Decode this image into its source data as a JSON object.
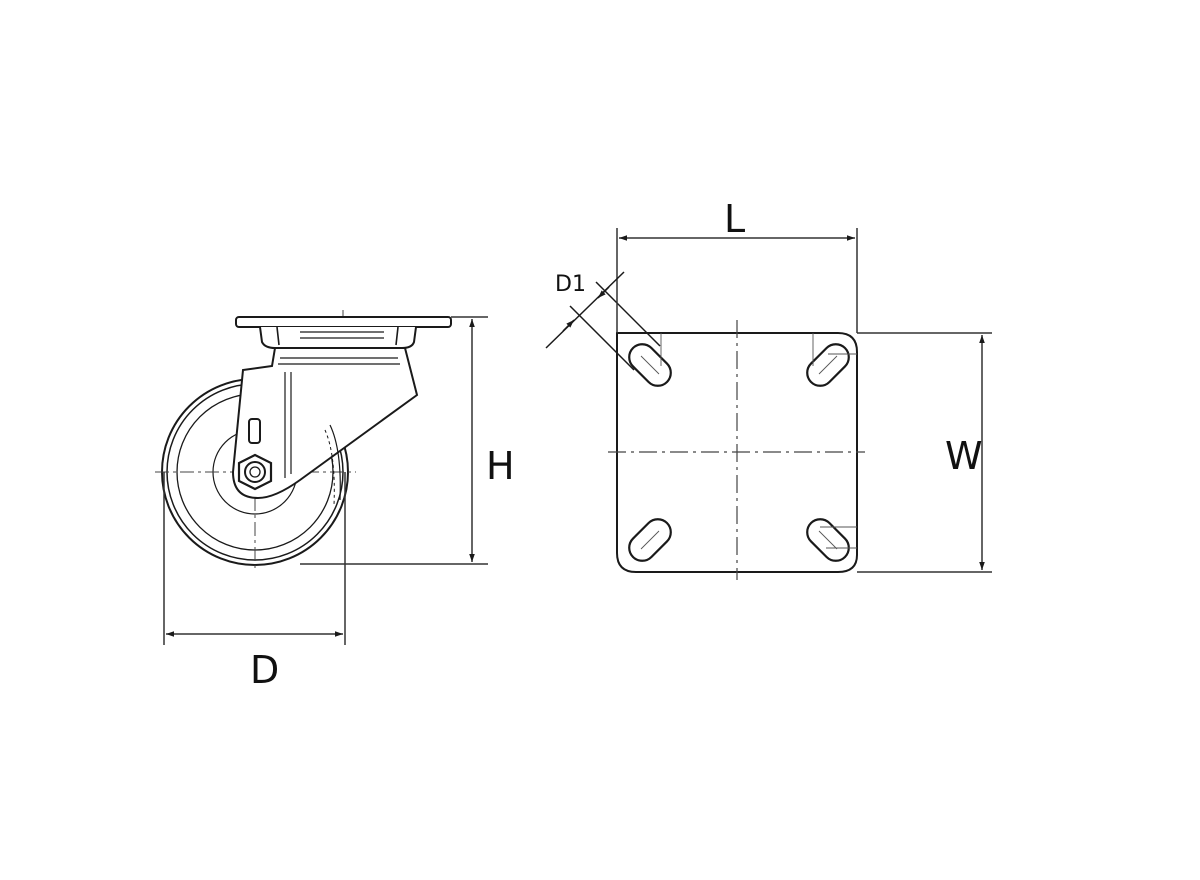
{
  "diagram": {
    "title": "Swivel caster dimension drawing",
    "side_view": {
      "name": "caster side view",
      "dimensions": {
        "diameter_label": "D",
        "height_label": "H"
      }
    },
    "top_plate_view": {
      "name": "top plate view",
      "dimensions": {
        "length_label": "L",
        "width_label": "W",
        "bolt_hole_label": "D1"
      },
      "slot_count": 4
    },
    "colors": {
      "line": "#1a1a1a",
      "dim_line": "#333333",
      "background": "#ffffff"
    }
  }
}
